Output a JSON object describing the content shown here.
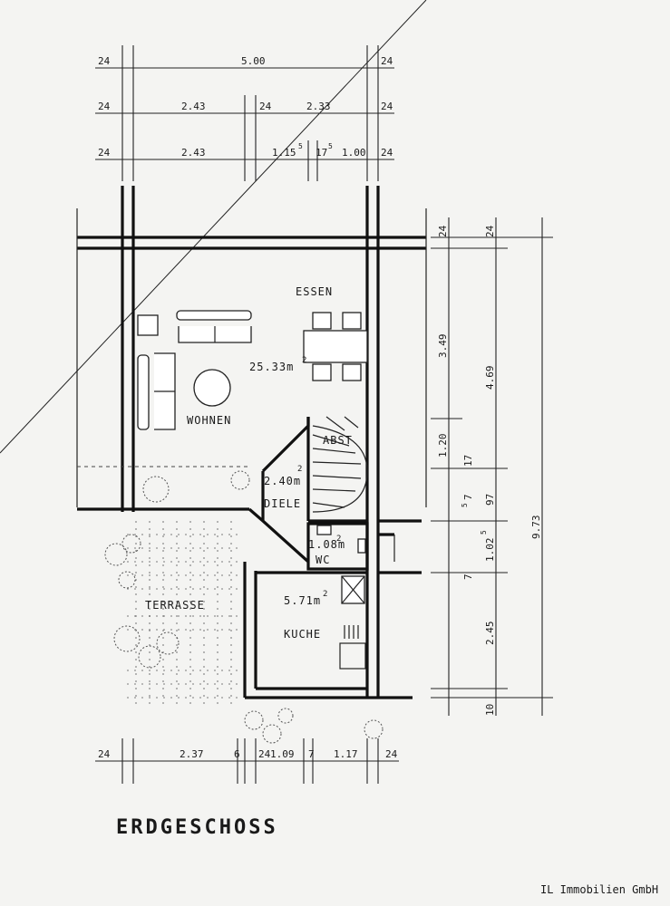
{
  "title": "ERDGESCHOSS",
  "watermark": "IL Immobilien GmbH",
  "rooms": {
    "essen": "ESSEN",
    "wohnen": "WOHNEN",
    "wohnen_area": "25.33m",
    "wohnen_area_sup": "2",
    "abst": "ABST",
    "diele_area": "2.40m",
    "diele_area_sup": "2",
    "diele": "DIELE",
    "wc_area": "1.08m",
    "wc_area_sup": "2",
    "wc": "WC",
    "terrasse": "TERRASSE",
    "kueche_area": "5.71m",
    "kueche_area_sup": "2",
    "kueche": "KUCHE"
  },
  "dims_top": {
    "row1": [
      "24",
      "5.00",
      "24"
    ],
    "row2": [
      "24",
      "2.43",
      "24",
      "2.33",
      "24"
    ],
    "row3": [
      "24",
      "2.43",
      "1.15",
      "5",
      "17",
      "5",
      "1.00",
      "24"
    ]
  },
  "dims_bottom": [
    "24",
    "2.37",
    "6",
    "24",
    "1.09",
    "7",
    "1.17",
    "24"
  ],
  "dims_right": {
    "inner": [
      "24",
      "3.49",
      "1.20",
      "17",
      "5",
      "7",
      "7",
      "1.02",
      "5",
      "2.45",
      "10"
    ],
    "middle": [
      "24",
      "4.69",
      "97"
    ],
    "outer": [
      "9.73"
    ]
  }
}
